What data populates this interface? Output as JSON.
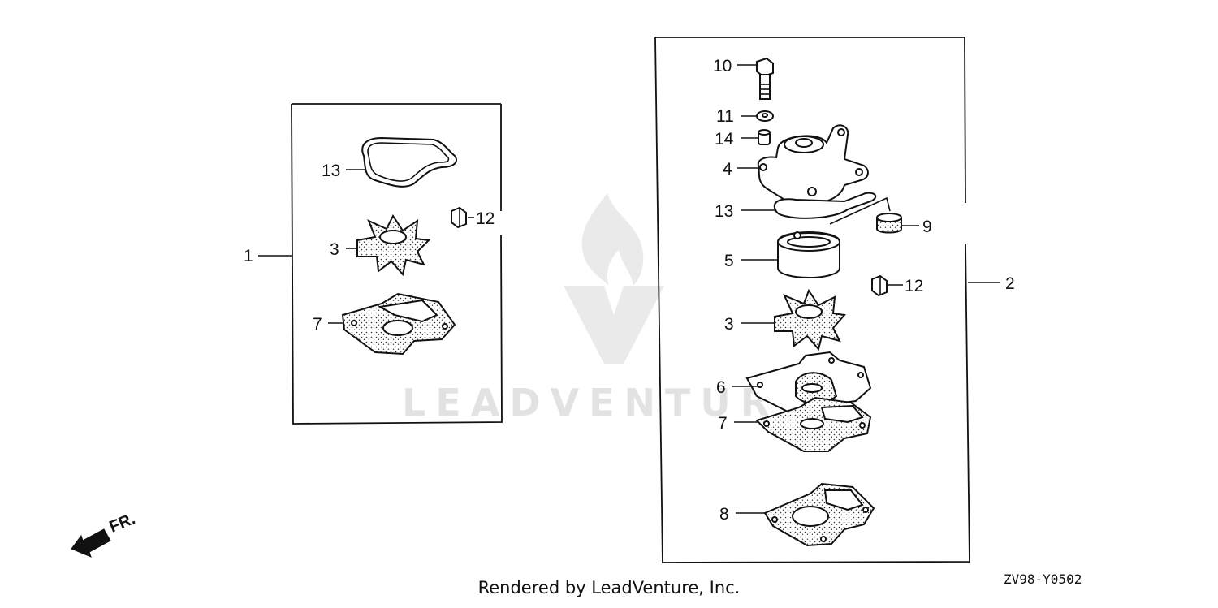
{
  "watermark": {
    "text": "LEADVENTURE"
  },
  "footer": {
    "rendered_by": "Rendered by LeadVenture, Inc.",
    "diagram_code": "ZV98-Y0502"
  },
  "direction_indicator": {
    "label": "FR."
  },
  "assemblies": {
    "left": {
      "number": "1"
    },
    "right": {
      "number": "2"
    }
  },
  "callouts": {
    "left": {
      "c13": "13",
      "c12": "12",
      "c3": "3",
      "c7": "7"
    },
    "right": {
      "c10": "10",
      "c11": "11",
      "c14": "14",
      "c4": "4",
      "c13": "13",
      "c9": "9",
      "c5": "5",
      "c12": "12",
      "c3": "3",
      "c6": "6",
      "c7": "7",
      "c8": "8"
    }
  }
}
